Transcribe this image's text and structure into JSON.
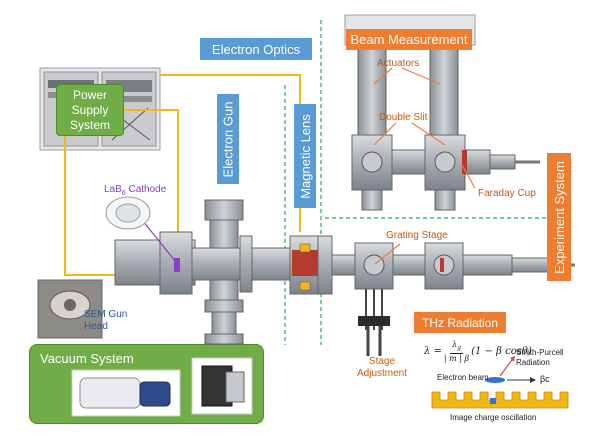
{
  "labels": {
    "electron_optics": "Electron Optics",
    "beam_measurement": "Beam Measurement",
    "power_supply": [
      "Power",
      "Supply",
      "System"
    ],
    "electron_gun": "Electron Gun",
    "magnetic_lens": "Magnetic Lens",
    "experiment_system": "Experiment System",
    "actuators": "Actuators",
    "double_slit": "Double Slit",
    "faraday_cup": "Faraday Cup",
    "lab6_prefix": "LaB",
    "lab6_sub": "6",
    "lab6_suffix": " Cathode",
    "grating_stage": "Grating Stage",
    "sem_gun_head": [
      "SEM Gun",
      "Head"
    ],
    "thz_radiation": "THz Radiation",
    "stage_adjustment": [
      "Stage",
      "Adjustment"
    ],
    "vacuum_system": "Vacuum System",
    "smith_purcell": [
      "Smith-Purcell",
      "Radiation"
    ],
    "electron_beam": "Electron beam",
    "beta_c": "βc",
    "image_charge": "Image charge oscillation",
    "formula_lhs": "λ =",
    "formula_num": "λ",
    "formula_num_sub": "g",
    "formula_den": "| m | β",
    "formula_rhs": "(1 − β cosθ)"
  },
  "colors": {
    "blue_box": "#5b9bd5",
    "orange_box": "#ed7d31",
    "green_box": "#70ad47",
    "green_dash": "#2eaa5a",
    "yellow_wire": "#f2b617",
    "purple": "#8b3fbf",
    "red_arrow": "#c0504d",
    "label_blue": "#2e5597",
    "label_orange": "#c55a11"
  }
}
